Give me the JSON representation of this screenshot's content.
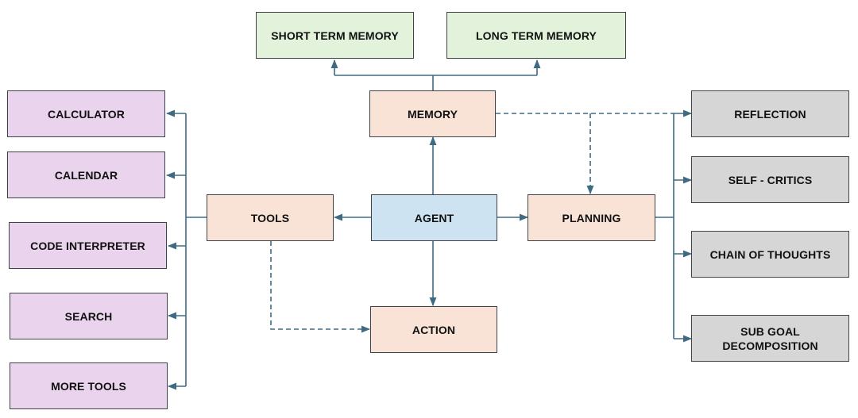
{
  "nodes": {
    "short_term_memory": "SHORT TERM MEMORY",
    "long_term_memory": "LONG TERM MEMORY",
    "memory": "MEMORY",
    "agent": "AGENT",
    "tools": "TOOLS",
    "planning": "PLANNING",
    "action": "ACTION",
    "calculator": "CALCULATOR",
    "calendar": "CALENDAR",
    "code_interpreter": "CODE INTERPRETER",
    "search": "SEARCH",
    "more_tools": "MORE TOOLS",
    "reflection": "REFLECTION",
    "self_critics": "SELF - CRITICS",
    "chain_of_thoughts": "CHAIN OF THOUGHTS",
    "sub_goal_line1": "SUB GOAL",
    "sub_goal_line2": "DECOMPOSITION"
  },
  "colors": {
    "memory_types": "#e3f2da",
    "core": "#f8e3d6",
    "agent": "#cde3f1",
    "tools": "#ead3ec",
    "planning_methods": "#d6d6d6",
    "connector": "#3e6b82"
  }
}
